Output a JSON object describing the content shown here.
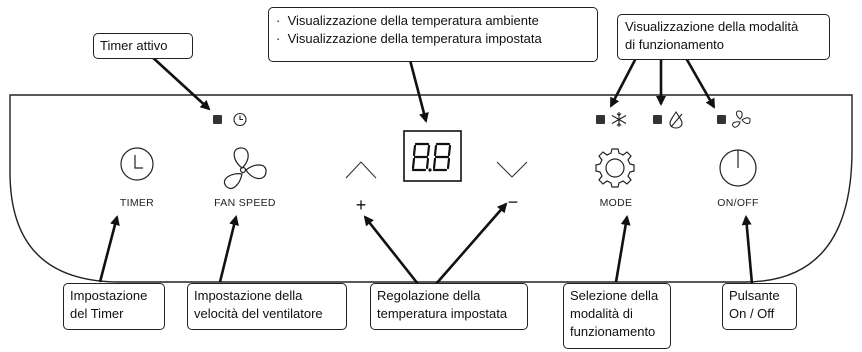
{
  "callouts": {
    "timer_active": "Timer attivo",
    "temperature_display": [
      "Visualizzazione della temperatura ambiente",
      "Visualizzazione della temperatura impostata"
    ],
    "mode_display": [
      "Visualizzazione della modalità",
      "di funzionamento"
    ],
    "timer_setting": [
      "Impostazione",
      "del Timer"
    ],
    "fan_speed_setting": [
      "Impostazione della",
      "velocità del ventilatore"
    ],
    "temperature_adjust": [
      "Regolazione della",
      "temperatura impostata"
    ],
    "mode_select": [
      "Selezione della",
      "modalità di",
      "funzionamento"
    ],
    "power_button": [
      "Pulsante",
      "On / Off"
    ]
  },
  "panel": {
    "display_value": "8.8",
    "plus_symbol": "+",
    "minus_symbol": "−",
    "buttons": {
      "timer": "TIMER",
      "fan_speed": "FAN SPEED",
      "mode": "MODE",
      "on_off": "ON/OFF"
    }
  },
  "icons": [
    "clock-icon",
    "fan-icon",
    "snowflake-icon",
    "water-drop-icon",
    "gear-icon",
    "power-icon",
    "up-chevron-icon",
    "down-chevron-icon"
  ],
  "colors": {
    "outline": "#222222",
    "led": "#333333",
    "background": "#ffffff"
  }
}
